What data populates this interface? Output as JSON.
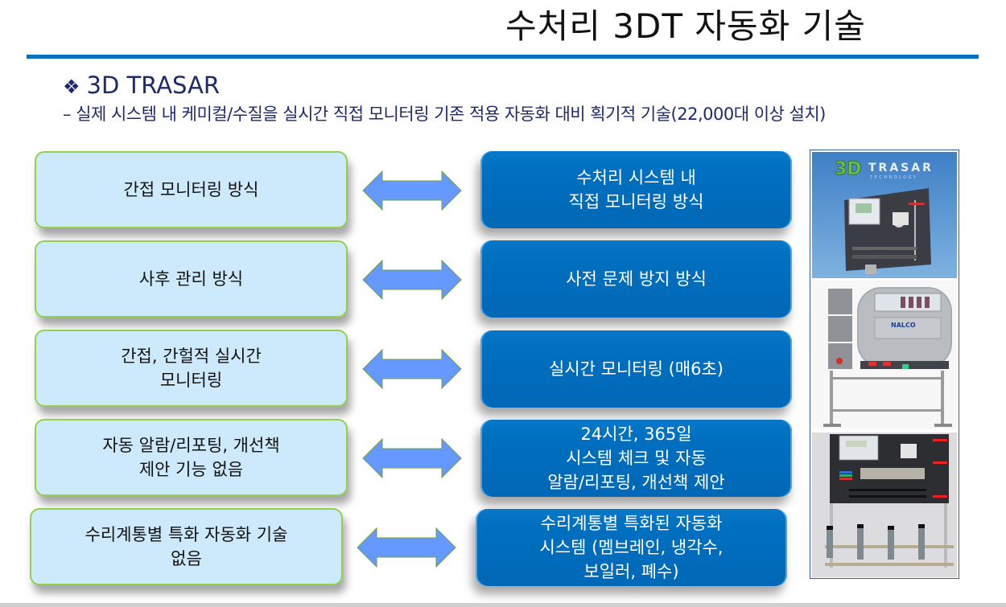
{
  "slide": {
    "title": "수처리 3DT 자동화 기술",
    "bullet_symbol": "❖",
    "bullet_heading": "3D TRASAR",
    "sub_line": "– 실제 시스템 내 케미컬/수질을 실시간 직접 모니터링  기존 적용 자동화 대비 획기적 기술(22,000대 이상 설치)",
    "accent_color": "#0070c0",
    "comparisons": [
      {
        "left": [
          "간접 모니터링 방식"
        ],
        "right": [
          "수처리 시스템 내",
          "직접 모니터링 방식"
        ]
      },
      {
        "left": [
          "사후 관리 방식"
        ],
        "right": [
          "사전 문제 방지 방식"
        ]
      },
      {
        "left": [
          "간접, 간헐적 실시간",
          "모니터링"
        ],
        "right": [
          "실시간 모니터링 (매6초)"
        ]
      },
      {
        "left": [
          "자동 알람/리포팅, 개선책",
          "제안 기능 없음"
        ],
        "right": [
          "24시간, 365일",
          "시스템 체크 및 자동",
          "알람/리포팅, 개선책 제안"
        ]
      },
      {
        "left": [
          "수리계통별 특화 자동화 기술",
          "없음"
        ],
        "right": [
          "수리계통별 특화된 자동화",
          "시스템 (멤브레인, 냉각수,",
          "보일러, 폐수)"
        ]
      }
    ],
    "photos": {
      "logo_3d": "3D",
      "logo_trasar": "TRASAR",
      "logo_technology": "TECHNOLOGY",
      "brand": "NALCO"
    }
  }
}
